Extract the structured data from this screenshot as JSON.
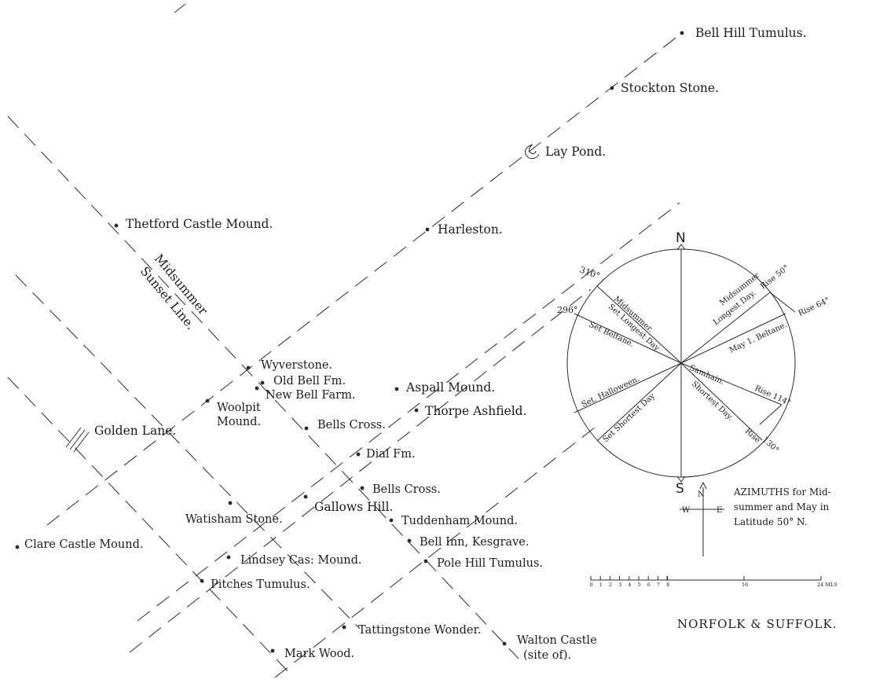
{
  "places": {
    "bell_hill_tumulus": "Bell Hill Tumulus.",
    "stockton_stone": "Stockton Stone.",
    "lay_pond": "Lay Pond.",
    "thetford_castle_mound": "Thetford Castle Mound.",
    "harleston": "Harleston.",
    "wyverstone": "Wyverstone.",
    "old_bell_fm": "Old Bell Fm.",
    "new_bell_farm": "New Bell Farm.",
    "aspall_mound": "Aspall Mound.",
    "thorpe_ashfield": "Thorpe Ashfield.",
    "woolpit_mound_1": "Woolpit",
    "woolpit_mound_2": "Mound.",
    "golden_lane": "Golden Lane.",
    "bells_cross_north": "Bells Cross.",
    "dial_fm": "Dial Fm.",
    "bells_cross_south": "Bells Cross.",
    "gallows_hill": "Gallows Hill.",
    "watisham_stone": "Watisham Stone.",
    "tuddenham_mound": "Tuddenham Mound.",
    "bell_inn_kesgrave": "Bell Inn, Kesgrave.",
    "clare_castle_mound": "Clare Castle Mound.",
    "lindsey_castle_mound": "Lindsey Cas: Mound.",
    "pole_hill_tumulus": "Pole Hill Tumulus.",
    "pitches_tumulus": "Pitches Tumulus.",
    "tattingstone_wonder": "Tattingstone Wonder.",
    "walton_castle_1": "Walton Castle",
    "walton_castle_2": "(site of).",
    "mark_wood": "Mark Wood."
  },
  "line_label": {
    "line1": "Midsummer",
    "line2": "Sunset Line."
  },
  "compass": {
    "north": "N",
    "south": "S",
    "deg_310": "310°",
    "deg_296": "296°",
    "midsummer_set_1": "Midsummer.",
    "midsummer_set_2": "Set Longest Day",
    "set_beltane": "Set Beltane.",
    "set_halloween": "Set. Halloween.",
    "set_shortest_day": "Set Shortest Day",
    "midsummer_rise_1": "Midsummer",
    "midsummer_rise_2": "Longest Day.",
    "rise_50": "Rise 50°",
    "beltane_rise": "May 1. Beltane.",
    "rise_64": "Rise 64°",
    "samhain_rise": "Samhain.",
    "rise_114": "Rise 114°",
    "shortest_day_rise": "Shortest Day.",
    "rise_label": "Rise",
    "deg_130": "130°"
  },
  "mini_compass": {
    "n": "N",
    "e": "E",
    "w": "W"
  },
  "note": {
    "line1": "AZIMUTHS for Mid-",
    "line2": "summer and May in",
    "line3": "Latitude 50° N."
  },
  "scale": {
    "ticks": [
      "0",
      "1",
      "2",
      "3",
      "4",
      "5",
      "6",
      "7",
      "8"
    ],
    "mark_16": "16",
    "mark_24": "24 MLS"
  },
  "map_title": "NORFOLK & SUFFOLK."
}
